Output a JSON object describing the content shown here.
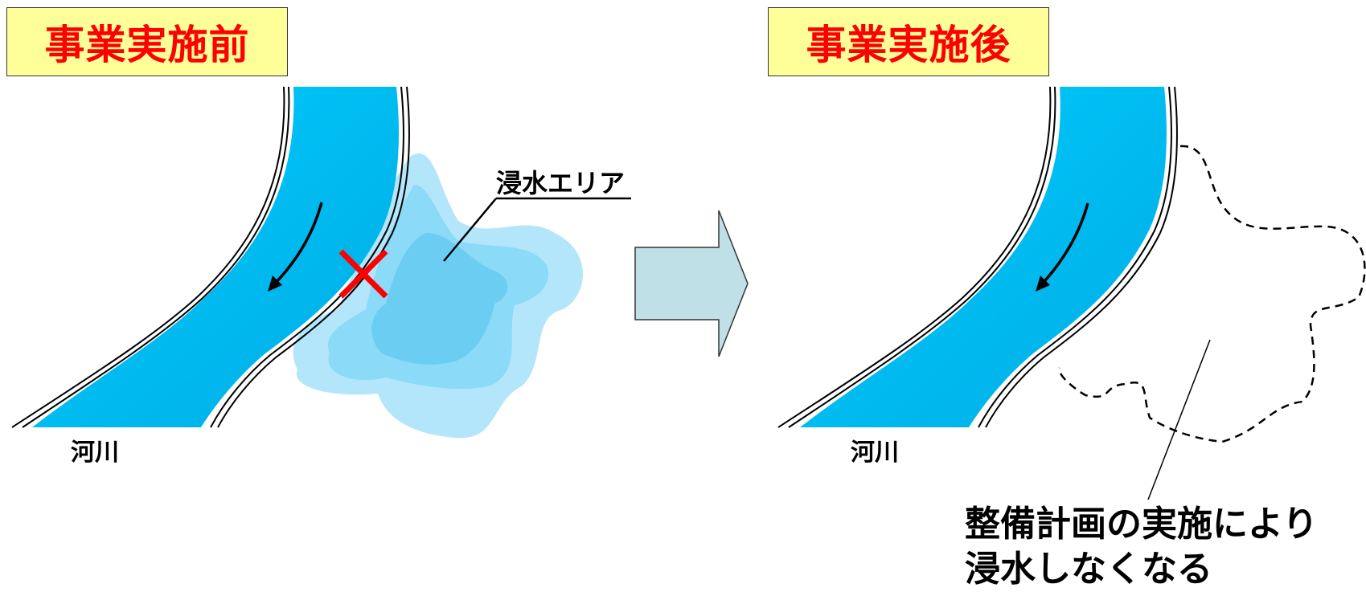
{
  "before": {
    "title": "事業実施前",
    "river_label": "河川",
    "flood_area_label": "浸水エリア"
  },
  "after": {
    "title": "事業実施後",
    "river_label": "河川",
    "result_line1": "整備計画の実施により",
    "result_line2": "浸水しなくなる"
  },
  "colors": {
    "title_background": "#ffff99",
    "title_text": "#ff0000",
    "river": "#00c8f8",
    "flood": "#7fd7f7",
    "arrow": "#bfe0e6",
    "breach_mark": "#ff0000"
  }
}
